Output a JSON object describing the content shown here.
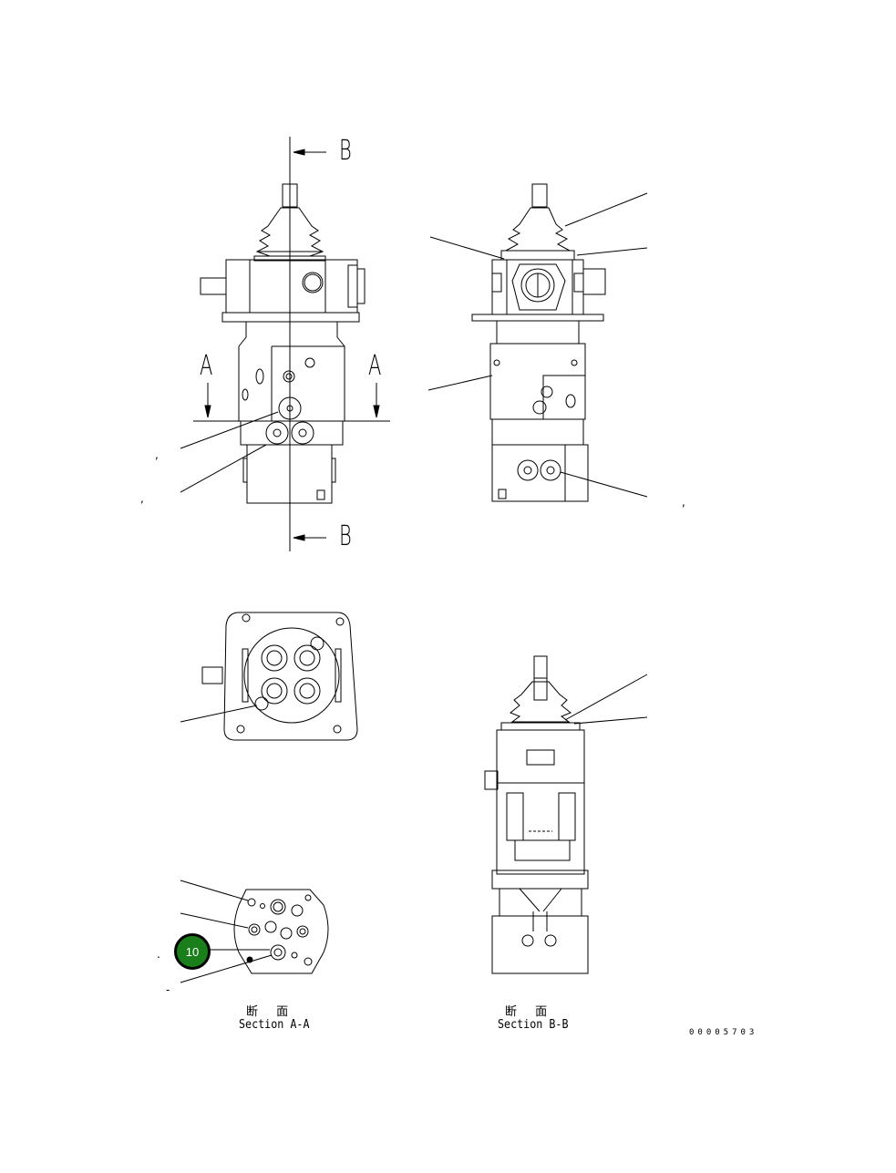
{
  "drawing": {
    "number": "00005703",
    "cut_labels": {
      "b_top": "B",
      "b_bottom": "B",
      "a_left": "A",
      "a_right": "A"
    },
    "section_a": {
      "jp": "断 面",
      "en": "Section A-A"
    },
    "section_b": {
      "jp": "断 面",
      "en": "Section B-B"
    },
    "callout_badge": {
      "number": "10",
      "color": "#1a7f1a"
    },
    "markers": {
      "comma": ",",
      "dot": ".",
      "dash": "-"
    },
    "views": [
      "front-view",
      "side-view",
      "bottom-view",
      "section-a-a",
      "section-b-b"
    ]
  }
}
